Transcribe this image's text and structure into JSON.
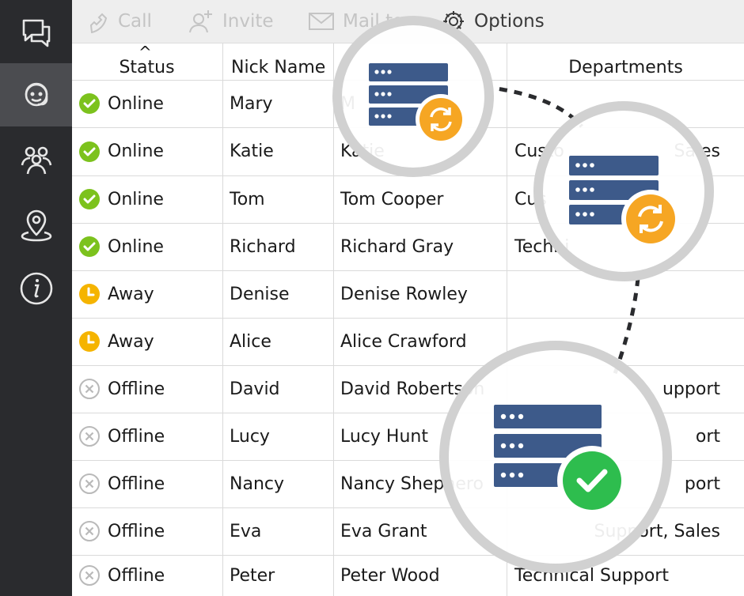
{
  "sidebar": {
    "items": [
      {
        "icon": "chat-bubbles-icon",
        "active": false
      },
      {
        "icon": "headset-agent-icon",
        "active": true
      },
      {
        "icon": "people-group-icon",
        "active": false
      },
      {
        "icon": "location-pin-icon",
        "active": false
      },
      {
        "icon": "info-icon",
        "active": false
      }
    ]
  },
  "toolbar": {
    "call_label": "Call",
    "invite_label": "Invite",
    "mail_label": "Mail to",
    "options_label": "Options"
  },
  "table": {
    "columns": [
      "Status",
      "Nick Name",
      "",
      "Departments"
    ],
    "sort_indicator": "^",
    "rows": [
      {
        "status": "Online",
        "state": "online",
        "nick": "Mary",
        "name": "M",
        "dept": ""
      },
      {
        "status": "Online",
        "state": "online",
        "nick": "Katie",
        "name": "Katie",
        "dept": "Custo",
        "dept_tail": "Sales"
      },
      {
        "status": "Online",
        "state": "online",
        "nick": "Tom",
        "name": "Tom Cooper",
        "dept": "Cus"
      },
      {
        "status": "Online",
        "state": "online",
        "nick": "Richard",
        "name": "Richard Gray",
        "dept": "Techni"
      },
      {
        "status": "Away",
        "state": "away",
        "nick": "Denise",
        "name": "Denise Rowley",
        "dept": ""
      },
      {
        "status": "Away",
        "state": "away",
        "nick": "Alice",
        "name": "Alice Crawford",
        "dept": ""
      },
      {
        "status": "Offline",
        "state": "offline",
        "nick": "David",
        "name": "David Robertson",
        "dept": "",
        "dept_tail": "upport"
      },
      {
        "status": "Offline",
        "state": "offline",
        "nick": "Lucy",
        "name": "Lucy Hunt",
        "dept": "",
        "dept_tail": "ort"
      },
      {
        "status": "Offline",
        "state": "offline",
        "nick": "Nancy",
        "name": "Nancy Shephero",
        "dept": "",
        "dept_tail": "port"
      },
      {
        "status": "Offline",
        "state": "offline",
        "nick": "Eva",
        "name": "Eva Grant",
        "dept": "",
        "dept_tail": "Support, Sales"
      },
      {
        "status": "Offline",
        "state": "offline",
        "nick": "Peter",
        "name": "Peter Wood",
        "dept": "Technical Support"
      }
    ]
  },
  "colors": {
    "online": "#7cc21d",
    "away": "#f5b400",
    "offline": "#b9b9b9",
    "server_blue": "#3d5a8a",
    "sync_orange": "#f6a623",
    "check_green": "#2ebd4e"
  },
  "overlay_icons": [
    "server-sync-icon",
    "server-sync-icon",
    "server-check-icon"
  ]
}
